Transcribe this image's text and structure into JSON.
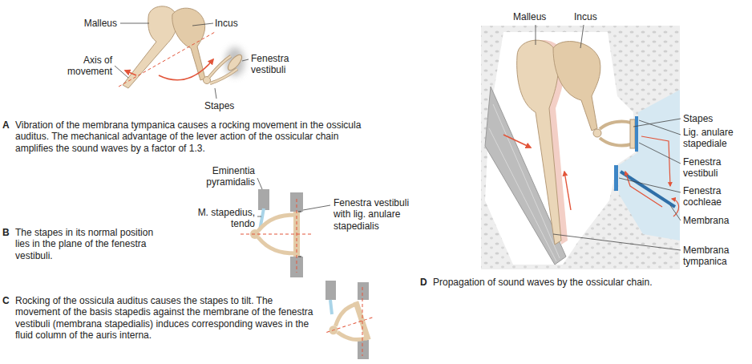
{
  "diagram": {
    "labels": [
      "Malleus",
      "Incus",
      "Axis of movement",
      "Fenestra vestibuli",
      "Stapes",
      "A",
      "Vibration of the membrana tympanica causes a rocking movement in the ossicula auditus. The mechanical advantage of the lever action of the ossicular chain amplifies the sound waves by a factor of 1.3.",
      "Eminentia pyramidalis",
      "M. stapedius, tendo",
      "Fenestra vestibuli with lig. anulare stapedialis",
      "B",
      "The stapes in its normal position lies in the plane of the fenestra vestibuli.",
      "C",
      "Rocking of the ossicula auditus causes the stapes to tilt. The movement of the basis stapedis against the membrane of the fenestra vestibuli (membrana stapedialis) induces corresponding waves in the fluid column of the auris interna.",
      "Malleus",
      "Incus",
      "Stapes",
      "Lig. anulare stapediale",
      "Fenestra vestibuli",
      "Fenestra cochleae",
      "Membrana",
      "Membrana tympanica",
      "D",
      "Propagation of sound waves by the ossicular chain."
    ]
  }
}
